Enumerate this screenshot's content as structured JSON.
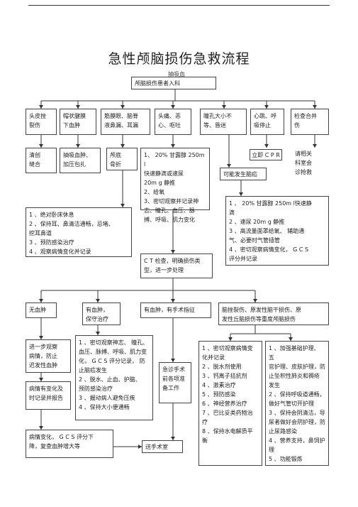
{
  "title": "急性颅脑损伤急救流程",
  "top_note": "抽吸血",
  "start": "颅脑损伤患者入科",
  "row1": [
    "头皮挫\n裂伤",
    "帽状腱膜\n下血肿",
    "筋膜眼、脑脊\n液鼻漏、耳漏",
    "头痛、恶\n心、呕吐",
    "瞳孔大小不\n等、昏迷",
    "心跳、呼\n吸停止",
    "检查合并\n伤"
  ],
  "row2": {
    "suture": "清创\n缝合",
    "bandage": "抽吸血肿、\n加压包扎",
    "fracture": "颅底\n骨折",
    "mannitol": "1、 20% 甘露醇 250m l\n快速静滴或速尿\n20m g 静推\n2、给氧\n3、密切观察并记录神\n志、瞳孔、血压、脉\n搏、呼吸、肌力变化",
    "cpr": "立即 C P R",
    "consult": "请相关\n科室会\n诊抢救"
  },
  "hernia": "可能发生脑疝",
  "bedrest": "1 、绝对卧床休息\n2 、保持耳、鼻清洁通畅，忌堵、\n挖耳鼻道\n3 、预防感染治疗\n4 、观察病情变化并记录",
  "hernia_treat": "1 、 20% 甘露醇 250m l快速静\n滴\n2 、速尿 20m g 静推\n3 、高流量面罩给氧、 辅助通\n气、必要时气管插管\n4 、密切观察病情变化，    G C S\n评分并记录",
  "ct": "C T 检查，明确损伤类\n型，进一步处理",
  "row3": [
    "无血肿",
    "有血肿，\n保守治疗",
    "有血肿，有手术指征",
    "脑挫裂伤、原发性脑干损伤、原\n发性丘脑损伤等重度颅脑损伤"
  ],
  "observe": "进一步观察\n病情，防止\n迟发性血肿",
  "report": "病情有变化及\n时记录并报告",
  "conservative": "1 、密切观察神志、 瞳孔、\n血压、脉搏、呼吸、肌力变\n化， G C S 评分记录， 防\n止脑疝发生\n2 、脱水、止血、护脑、\n预防感染治疗\n3 、握动病人避免压疾\n4 、保持大小便通畅",
  "emergency": "急诊手术\n前各项准\n备工作",
  "severe_a": "1 、密切观察病情变\n化并记录\n2 、脱水剂使用\n3 、钙离子拮抗剂\n4 、激素治疗\n5 、预防感染\n6 、神经营养治疗\n7 、巴比妥类药物治\n疗\n8 、保持水电解质平\n衡",
  "severe_b": "1 、加强基础护理、 五\n官护理、皮肤护理，防\n止坠积性肺炎和褥疮\n发生\n2 、保持呼吸道通畅，\n做好气管切开护理\n3 、保持会阴清洁，导\n尿者做好会阴护理，防\n止尿路感染\n4 、营养支持，鼻饲护\n理\n5 、功能锻炼",
  "gcs_note": "病情变化， G C S 评分下\n降，复查血肿增大等",
  "to_surgery": "送手术室"
}
